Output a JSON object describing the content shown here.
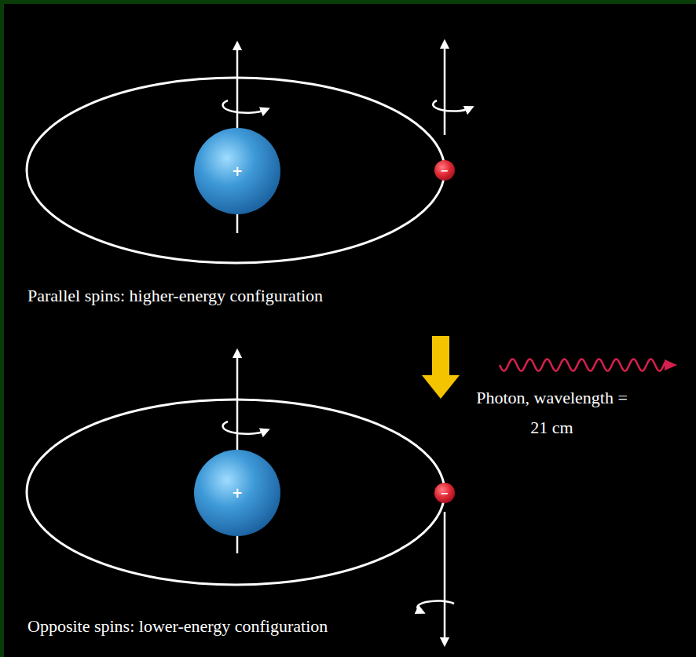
{
  "diagram": {
    "nodes": [
      {
        "text": [
          "+"
        ]
      },
      {
        "text": [
          "−"
        ]
      },
      {
        "text": [
          "+"
        ]
      },
      {
        "text": [
          "−"
        ]
      }
    ],
    "labels": [
      "Parallel spins: higher-energy configuration",
      "Photon, wavelength = 21 cm",
      "Opposite spins: lower-energy configuration"
    ]
  }
}
